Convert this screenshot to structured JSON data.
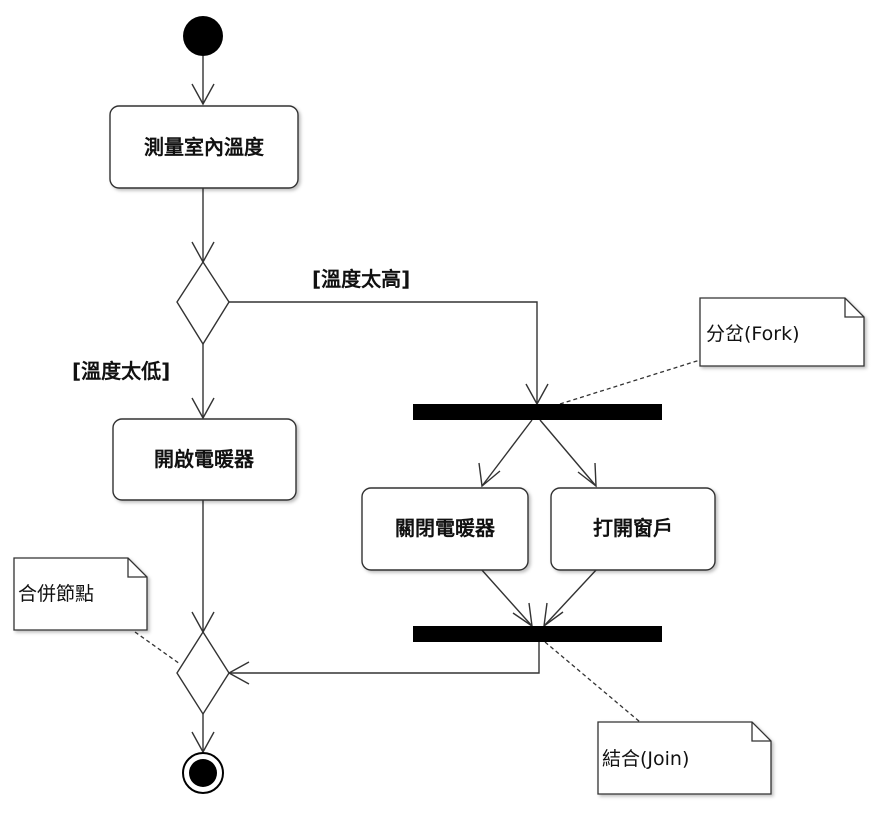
{
  "activities": {
    "measure": "測量室內溫度",
    "turn_on_heater": "開啟電暖器",
    "turn_off_heater": "關閉電暖器",
    "open_window": "打開窗戶"
  },
  "guards": {
    "too_high": "[溫度太高]",
    "too_low": "[溫度太低]"
  },
  "notes": {
    "fork": "分岔(Fork)",
    "join": "結合(Join)",
    "merge": "合併節點"
  },
  "colors": {
    "stroke": "#333333",
    "bar": "#000000",
    "fill": "#ffffff"
  }
}
